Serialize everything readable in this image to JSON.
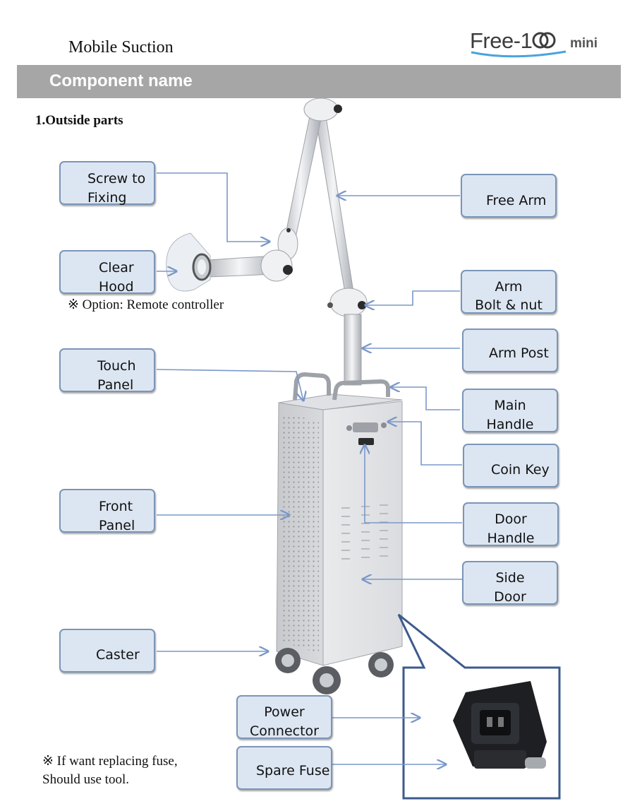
{
  "header": {
    "title": "Mobile Suction",
    "logo": {
      "main": "Free-1",
      "mini": "mini"
    }
  },
  "section": {
    "title": "Component name"
  },
  "subsection": {
    "title": "1.Outside parts"
  },
  "labels": {
    "screw_to_fixing": "Screw to\nFixing",
    "clear_hood": "Clear\nHood",
    "touch_panel": "Touch\nPanel",
    "front_panel": "Front\nPanel",
    "caster": "Caster",
    "free_arm": "Free Arm",
    "arm_bolt_nut": "Arm\nBolt & nut",
    "arm_post": "Arm Post",
    "main_handle": "Main\nHandle",
    "coin_key": "Coin Key",
    "door_handle": "Door\nHandle",
    "side_door": "Side\nDoor",
    "power_connector": "Power\nConnector",
    "spare_fuse": "Spare Fuse"
  },
  "notes": {
    "option": "※ Option: Remote controller",
    "fuse_line1": "※ If want replacing fuse,",
    "fuse_line2": "Should use tool."
  },
  "colors": {
    "label_fill": "#dce6f2",
    "label_border": "#7b95b8",
    "arrow": "#7a98c8",
    "section_bar": "#a6a6a6",
    "inset_frame": "#3d5a8c"
  }
}
